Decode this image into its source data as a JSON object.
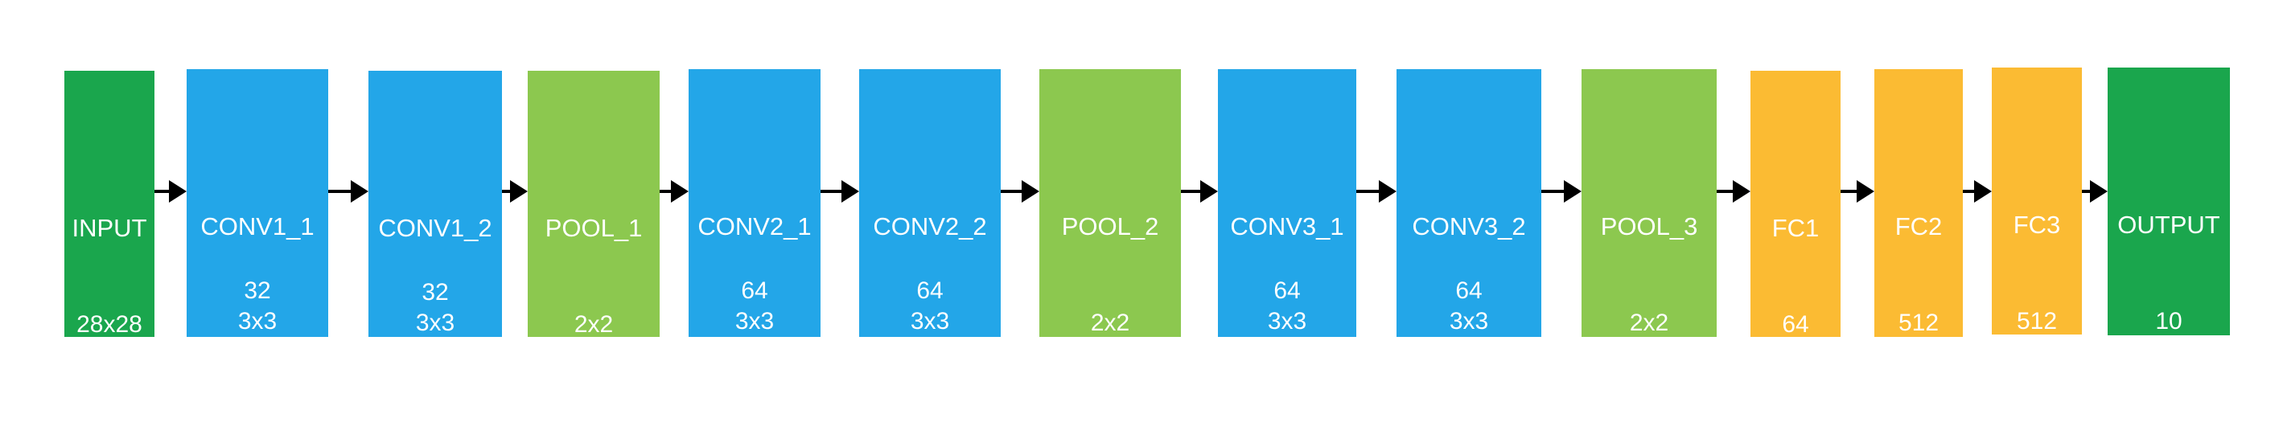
{
  "colors": {
    "io": "#1AA64D",
    "conv": "#23A6E8",
    "pool": "#8CC84F",
    "fc": "#FBBB33",
    "arrow": "#000000"
  },
  "layers": [
    {
      "id": "input",
      "kind": "io",
      "title": "INPUT",
      "line1": "",
      "line2": "28x28"
    },
    {
      "id": "conv1-1",
      "kind": "conv",
      "title": "CONV1_1",
      "line1": "32",
      "line2": "3x3"
    },
    {
      "id": "conv1-2",
      "kind": "conv",
      "title": "CONV1_2",
      "line1": "32",
      "line2": "3x3"
    },
    {
      "id": "pool-1",
      "kind": "pool",
      "title": "POOL_1",
      "line1": "",
      "line2": "2x2"
    },
    {
      "id": "conv2-1",
      "kind": "conv",
      "title": "CONV2_1",
      "line1": "64",
      "line2": "3x3"
    },
    {
      "id": "conv2-2",
      "kind": "conv",
      "title": "CONV2_2",
      "line1": "64",
      "line2": "3x3"
    },
    {
      "id": "pool-2",
      "kind": "pool",
      "title": "POOL_2",
      "line1": "",
      "line2": "2x2"
    },
    {
      "id": "conv3-1",
      "kind": "conv",
      "title": "CONV3_1",
      "line1": "64",
      "line2": "3x3"
    },
    {
      "id": "conv3-2",
      "kind": "conv",
      "title": "CONV3_2",
      "line1": "64",
      "line2": "3x3"
    },
    {
      "id": "pool-3",
      "kind": "pool",
      "title": "POOL_3",
      "line1": "",
      "line2": "2x2"
    },
    {
      "id": "fc1",
      "kind": "fc",
      "title": "FC1",
      "line1": "",
      "line2": "64"
    },
    {
      "id": "fc2",
      "kind": "fc",
      "title": "FC2",
      "line1": "",
      "line2": "512"
    },
    {
      "id": "fc3",
      "kind": "fc",
      "title": "FC3",
      "line1": "",
      "line2": "512"
    },
    {
      "id": "output",
      "kind": "io",
      "title": "OUTPUT",
      "line1": "",
      "line2": "10"
    }
  ]
}
